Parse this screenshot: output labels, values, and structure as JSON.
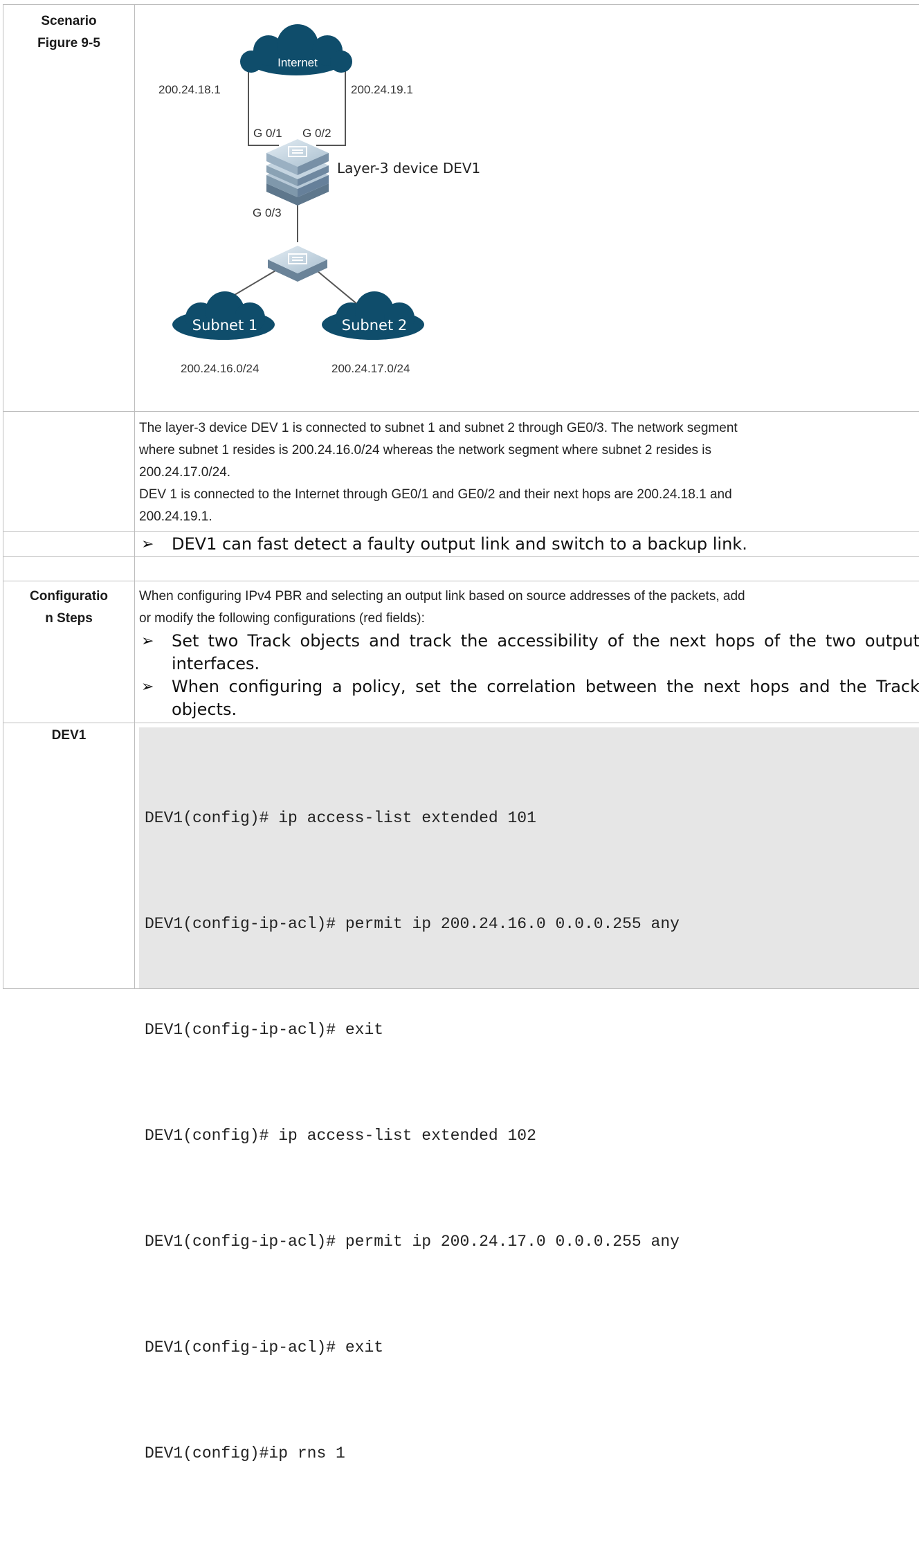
{
  "rows": {
    "scenario": {
      "label1": "Scenario",
      "label2": "Figure 9-5"
    },
    "description": {
      "paragraphs": [
        "The layer-3 device DEV 1 is connected to subnet 1 and subnet 2 through GE0/3. The network segment",
        "where subnet 1 resides is 200.24.16.0/24 whereas the network segment where subnet 2 resides is",
        "200.24.17.0/24.",
        "DEV 1 is connected to the Internet through GE0/1 and GE0/2 and their next hops are 200.24.18.1 and",
        "200.24.19.1."
      ]
    },
    "requirement": {
      "bullet": "DEV1 can fast detect a faulty output link and switch to a backup link."
    },
    "config_steps": {
      "label1": "Configuratio",
      "label2": "n Steps",
      "intro_line1": "When configuring IPv4 PBR and selecting an output link based on source addresses of the packets, add",
      "intro_line2": "or modify the following configurations (red fields):",
      "bullet1": "Set two Track objects and track the accessibility of the next hops of the two output interfaces.",
      "bullet2": "When configuring a policy, set the correlation between the next hops and the Track objects."
    },
    "dev1": {
      "label": "DEV1",
      "code": [
        "DEV1(config)# ip access-list extended 101",
        "DEV1(config-ip-acl)# permit ip 200.24.16.0 0.0.0.255 any",
        "DEV1(config-ip-acl)# exit",
        "DEV1(config)# ip access-list extended 102",
        "DEV1(config-ip-acl)# permit ip 200.24.17.0 0.0.0.255 any",
        "DEV1(config-ip-acl)# exit",
        "DEV1(config)#ip rns 1"
      ]
    }
  },
  "diagram": {
    "internet": "Internet",
    "ip_left": "200.24.18.1",
    "ip_right": "200.24.19.1",
    "port_g01": "G 0/1",
    "port_g02": "G 0/2",
    "port_g03": "G 0/3",
    "device_label": "Layer-3 device DEV1",
    "subnet1": "Subnet 1",
    "subnet2": "Subnet 2",
    "subnet1_net": "200.24.16.0/24",
    "subnet2_net": "200.24.17.0/24",
    "colors": {
      "cloud": "#0f4d6b",
      "switch_top": "#c9d8e4",
      "switch_side": "#7d96ab"
    }
  }
}
